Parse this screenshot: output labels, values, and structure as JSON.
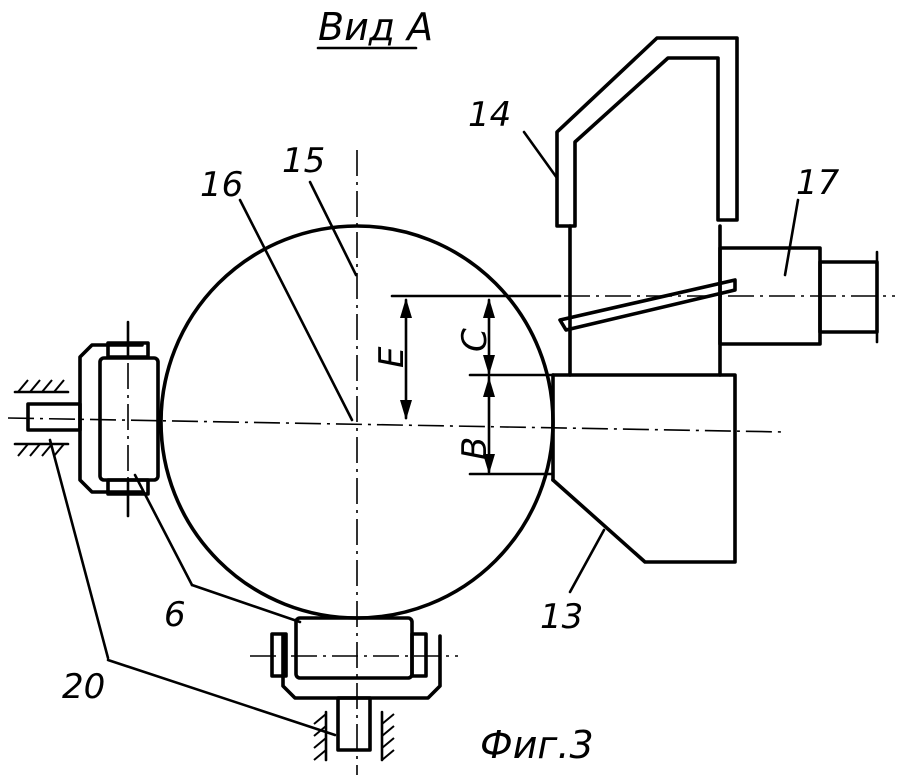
{
  "title": "Вид А",
  "figure_caption": "Фиг.3",
  "dimension_labels": {
    "E": "E",
    "C": "C",
    "B": "B"
  },
  "callouts": {
    "c6": "6",
    "c13": "13",
    "c14": "14",
    "c15": "15",
    "c16": "16",
    "c17": "17",
    "c20": "20"
  }
}
